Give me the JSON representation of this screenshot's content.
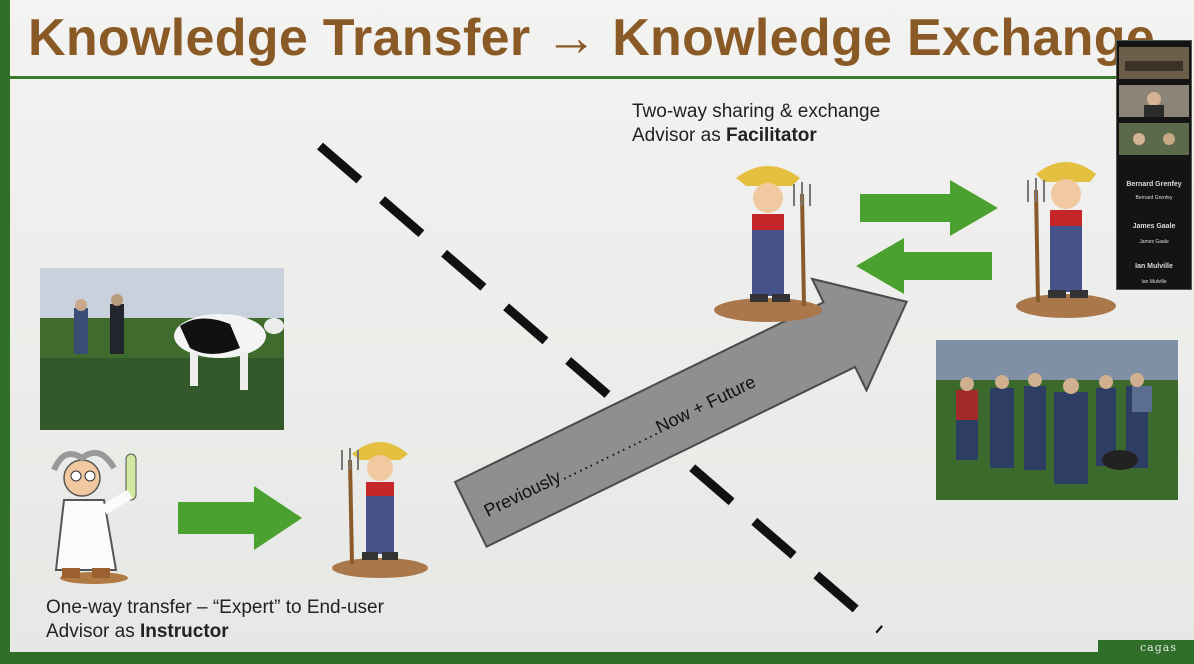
{
  "slide": {
    "title": "Knowledge Transfer → Knowledge Exchange",
    "top_caption_line1": "Two-way sharing & exchange",
    "top_caption_line2_prefix": "Advisor as ",
    "top_caption_line2_bold": "Facilitator",
    "bottom_caption_line1": "One-way transfer – “Expert” to End-user",
    "bottom_caption_line2_prefix": "Advisor as ",
    "bottom_caption_line2_bold": "Instructor",
    "timeline_arrow_text": "Previously………………Now + Future"
  },
  "meeting_sidebar": {
    "participants": [
      "Bernard Grenfey",
      "Bernard Grenfey",
      "James Gaale",
      "James Gaale",
      "Ian Mulville",
      "Ian Mulville"
    ]
  },
  "logo": {
    "text": "cagas"
  },
  "colors": {
    "title_brown": "#8a5a26",
    "brand_green": "#2f6f2a",
    "arrow_green": "#4aa12f",
    "arrow_gray": "#8f8f8f"
  }
}
